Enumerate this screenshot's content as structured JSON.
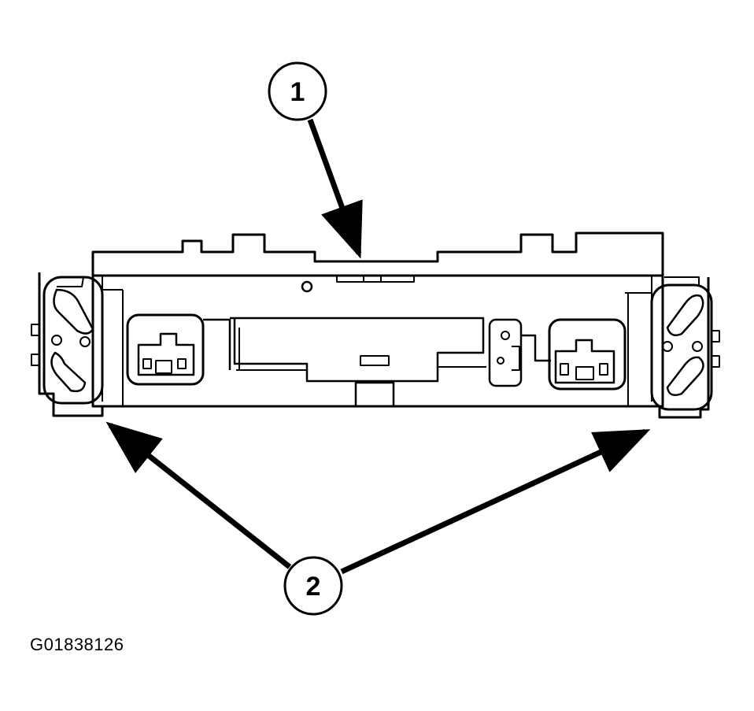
{
  "callouts": {
    "one": {
      "label": "1"
    },
    "two": {
      "label": "2"
    }
  },
  "figure_id": "G01838126",
  "colors": {
    "line": "#000000",
    "background": "#ffffff"
  }
}
